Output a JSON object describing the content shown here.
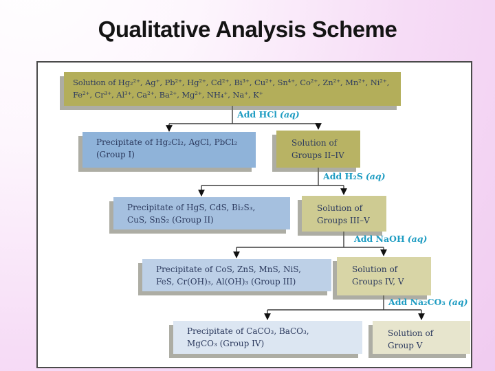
{
  "slide": {
    "title": "Qualitative Analysis Scheme"
  },
  "colors": {
    "reagent_label": "#1e9cc2",
    "node_text": "#2c3a5e",
    "line": "#3d3d3d",
    "background_pink": "#f0cbf0",
    "panel_background": "#ffffff"
  },
  "diagram": {
    "nodes": {
      "source": {
        "text": "Solution of Hg₂²⁺, Ag⁺, Pb²⁺, Hg²⁺, Cd²⁺, Bi³⁺, Cu²⁺, Sn⁴⁺, Co²⁺, Zn²⁺, Mn²⁺, Ni²⁺,\nFe²⁺, Cr³⁺, Al³⁺, Ca²⁺, Ba²⁺, Mg²⁺, NH₄⁺, Na⁺, K⁺",
        "fill": "#b3ae5a"
      },
      "group1": {
        "text": "Precipitate of Hg₂Cl₂, AgCl, PbCl₂\n(Group I)",
        "fill": "#8fb3d9"
      },
      "sol234": {
        "text": "Solution of\nGroups II–IV",
        "fill": "#b8b364"
      },
      "group2": {
        "text": "Precipitate of HgS, CdS, Bi₂S₃,\nCuS, SnS₂ (Group II)",
        "fill": "#a5c0df"
      },
      "sol345": {
        "text": "Solution of\nGroups III–V",
        "fill": "#cecb92"
      },
      "group3": {
        "text": "Precipitate of CoS, ZnS, MnS, NiS,\nFeS, Cr(OH)₃, Al(OH)₃ (Group III)",
        "fill": "#bdd0e7"
      },
      "sol45": {
        "text": "Solution of\nGroups IV, V",
        "fill": "#d8d5a6"
      },
      "group4": {
        "text": "Precipitate of CaCO₃, BaCO₃,\nMgCO₃ (Group IV)",
        "fill": "#dce6f2"
      },
      "sol5": {
        "text": "Solution of\nGroup V",
        "fill": "#e7e5cd"
      }
    },
    "steps": {
      "hcl": {
        "text": "Add HCl",
        "aq": "(aq)"
      },
      "h2s": {
        "text": "Add H₂S",
        "aq": "(aq)"
      },
      "naoh": {
        "text": "Add NaOH",
        "aq": "(aq)"
      },
      "na2co3": {
        "text": "Add Na₂CO₃",
        "aq": "(aq)"
      }
    },
    "edges": [
      {
        "from": "source",
        "reagent": "Add HCl (aq)",
        "to": [
          "group1",
          "sol234"
        ]
      },
      {
        "from": "sol234",
        "reagent": "Add H₂S (aq)",
        "to": [
          "group2",
          "sol345"
        ]
      },
      {
        "from": "sol345",
        "reagent": "Add NaOH (aq)",
        "to": [
          "group3",
          "sol45"
        ]
      },
      {
        "from": "sol45",
        "reagent": "Add Na₂CO₃ (aq)",
        "to": [
          "group4",
          "sol5"
        ]
      }
    ]
  }
}
